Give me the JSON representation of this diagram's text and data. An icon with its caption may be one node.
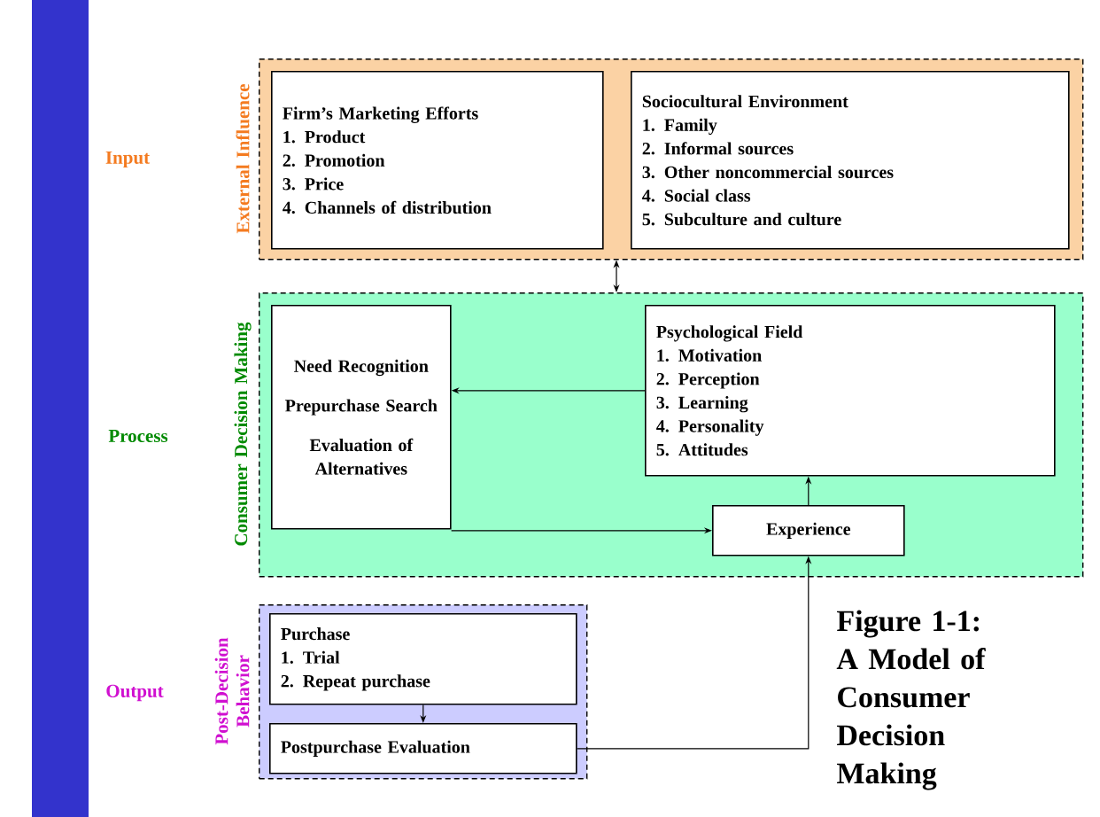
{
  "diagram": {
    "caption": "Figure 1-1: A Model of Consumer Decision Making",
    "nodes": [
      {
        "text": [
          "External Influence"
        ]
      },
      {
        "text": [
          "Firm’s Marketing Efforts",
          "1. Product",
          "2. Promotion",
          "3. Price",
          "4. Channels of distribution"
        ],
        "in": 0
      },
      {
        "text": [
          "Sociocultural Environment",
          "1. Family",
          "2. Informal sources",
          "3. Other noncommercial sources",
          "4. Social class",
          "5. Subculture and culture"
        ],
        "in": 0
      },
      {
        "text": [
          "Consumer Decision Making"
        ]
      },
      {
        "text": [
          "Need Recognition",
          "Prepurchase Search",
          "Evaluation of Alternatives"
        ],
        "in": 3
      },
      {
        "text": [
          "Psychological Field",
          "1. Motivation",
          "2. Perception",
          "3. Learning",
          "4. Personality",
          "5. Attitudes"
        ],
        "in": 3
      },
      {
        "text": [
          "Experience"
        ],
        "in": 3
      },
      {
        "text": [
          "Post-Decision Behavior"
        ]
      },
      {
        "text": [
          "Purchase",
          "1. Trial",
          "2. Repeat purchase"
        ],
        "in": 7
      },
      {
        "text": [
          "Postpurchase Evaluation"
        ],
        "in": 7
      }
    ],
    "edges": [
      {
        "from": 0,
        "to": 3,
        "arrow": "both"
      },
      {
        "from": 5,
        "to": 4,
        "arrow": "to"
      },
      {
        "from": 4,
        "to": 6,
        "arrow": "to"
      },
      {
        "from": 6,
        "to": 5,
        "arrow": "to"
      },
      {
        "from": 9,
        "to": 6,
        "arrow": "to"
      },
      {
        "from": 8,
        "to": 9,
        "arrow": "to"
      }
    ],
    "labels": [
      "Input",
      "Process",
      "Output"
    ]
  }
}
